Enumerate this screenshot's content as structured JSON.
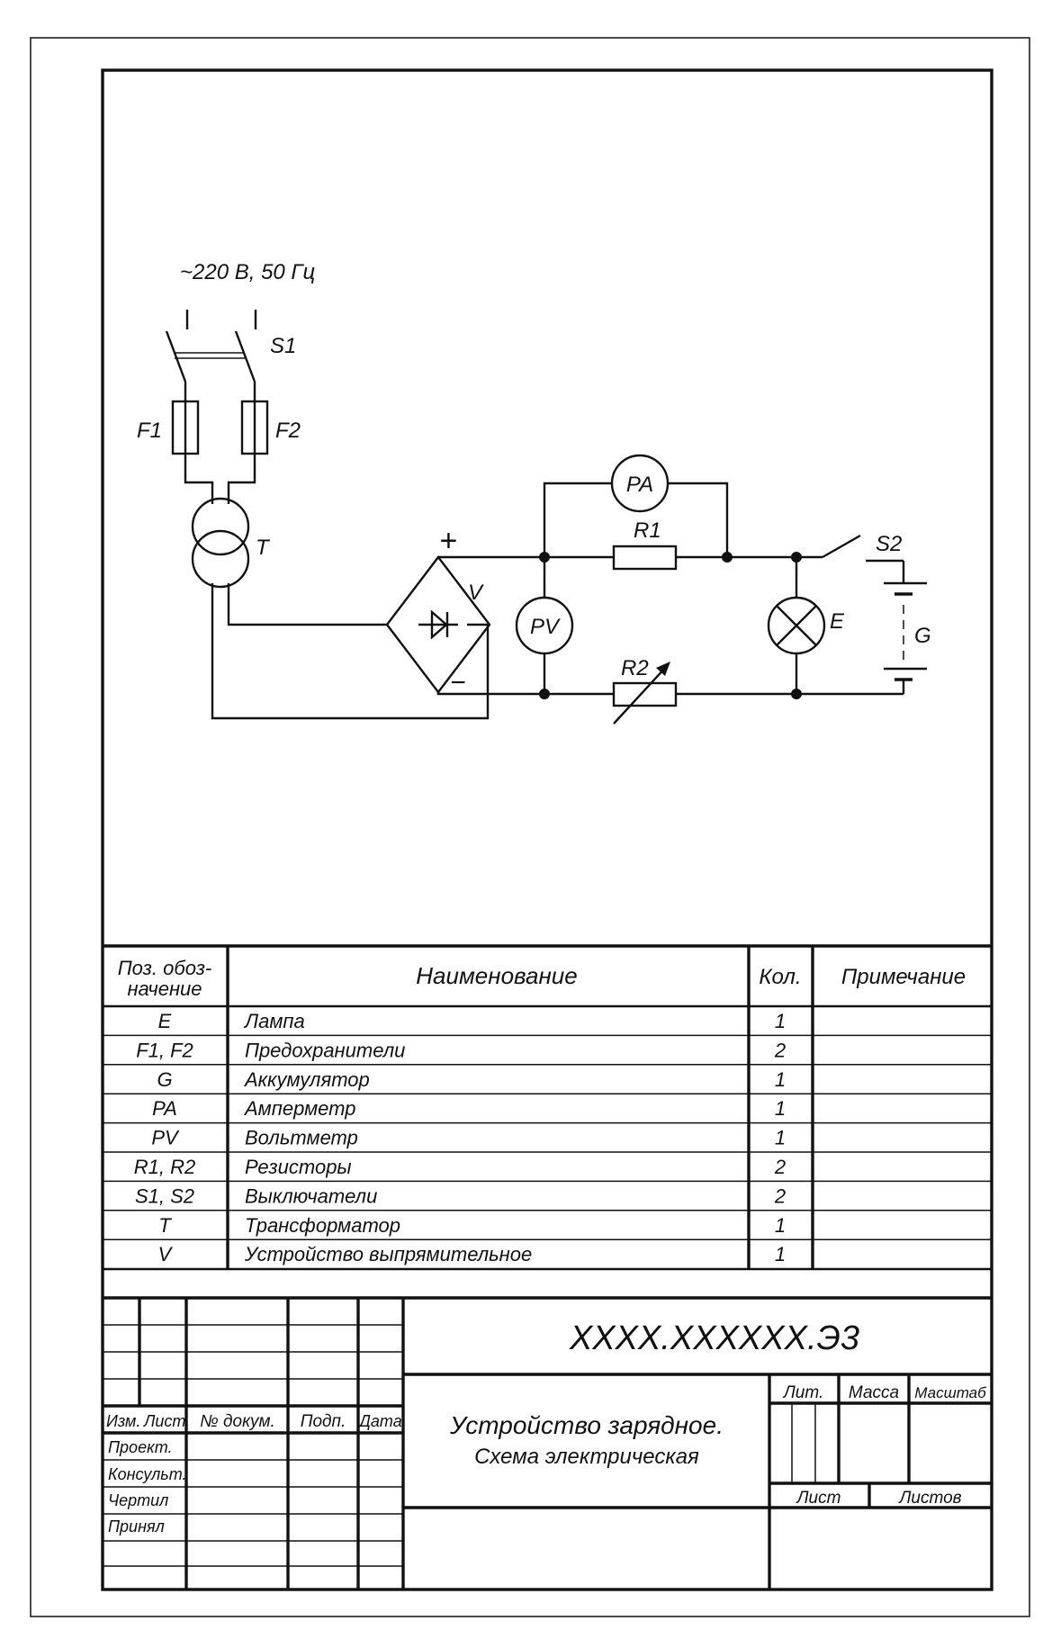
{
  "diagram": {
    "supply_label": "~220 В, 50 Гц",
    "labels": {
      "S1": "S1",
      "F1": "F1",
      "F2": "F2",
      "T": "T",
      "V": "V",
      "plus": "+",
      "minus": "−",
      "PA": "PA",
      "PV": "PV",
      "R1": "R1",
      "R2": "R2",
      "S2": "S2",
      "E": "E",
      "G": "G"
    }
  },
  "parts_list": {
    "headers": {
      "designation_line1": "Поз. обоз-",
      "designation_line2": "начение",
      "name": "Наименование",
      "qty": "Кол.",
      "note": "Примечание"
    },
    "rows": [
      {
        "designation": "E",
        "name": "Лампа",
        "qty": "1",
        "note": ""
      },
      {
        "designation": "F1, F2",
        "name": "Предохранители",
        "qty": "2",
        "note": ""
      },
      {
        "designation": "G",
        "name": "Аккумулятор",
        "qty": "1",
        "note": ""
      },
      {
        "designation": "PA",
        "name": "Амперметр",
        "qty": "1",
        "note": ""
      },
      {
        "designation": "PV",
        "name": "Вольтметр",
        "qty": "1",
        "note": ""
      },
      {
        "designation": "R1, R2",
        "name": "Резисторы",
        "qty": "2",
        "note": ""
      },
      {
        "designation": "S1, S2",
        "name": "Выключатели",
        "qty": "2",
        "note": ""
      },
      {
        "designation": "T",
        "name": "Трансформатор",
        "qty": "1",
        "note": ""
      },
      {
        "designation": "V",
        "name": "Устройство выпрямительное",
        "qty": "1",
        "note": ""
      }
    ]
  },
  "title_block": {
    "doc_code": "XXXX.XXXXXX.Э3",
    "title_line1": "Устройство зарядное.",
    "title_line2": "Схема электрическая",
    "col_izm": "Изм.",
    "col_list": "Лист",
    "col_doc": "№ докум.",
    "col_sign": "Подп.",
    "col_date": "Дата",
    "role_designed": "Проект.",
    "role_consultant": "Консульт.",
    "role_drawn": "Чертил",
    "role_approved": "Принял",
    "lit": "Лит.",
    "mass": "Масса",
    "scale": "Масштаб",
    "sheet": "Лист",
    "sheets": "Листов"
  }
}
